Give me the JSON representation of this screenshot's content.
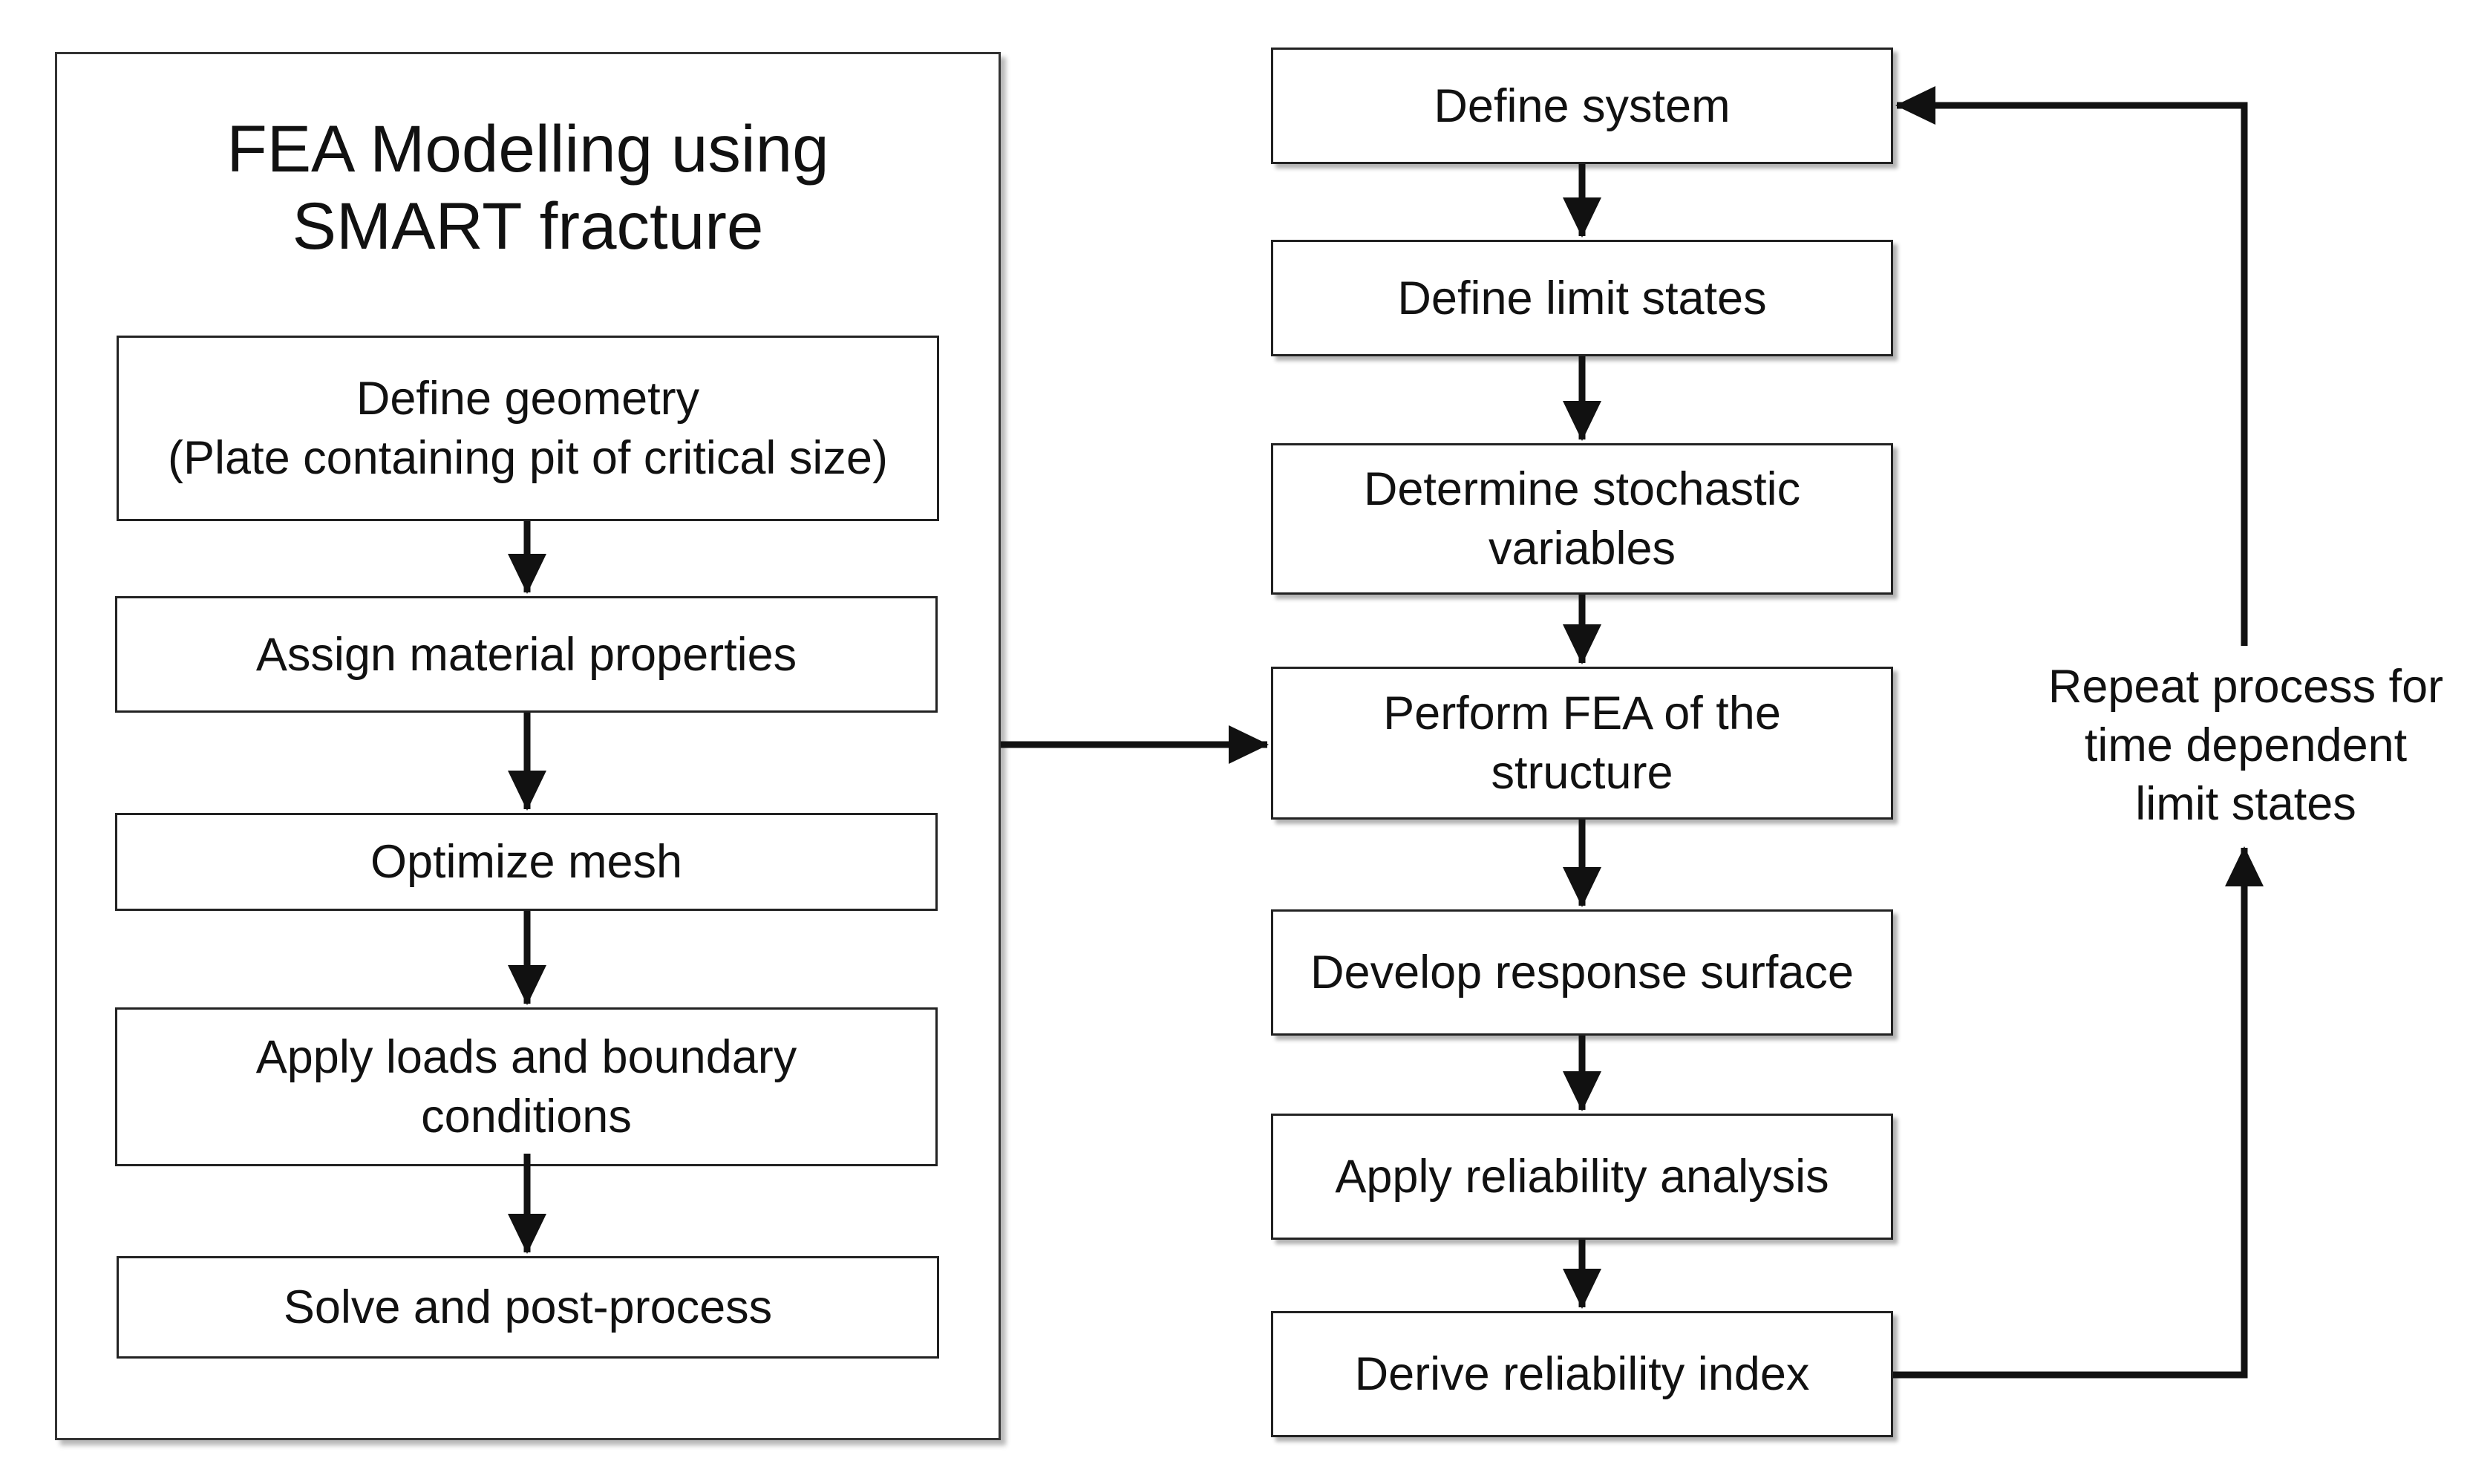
{
  "fea_panel": {
    "title_line1": "FEA Modelling using",
    "title_line2": "SMART fracture",
    "steps": [
      {
        "line1": "Define geometry",
        "line2": "(Plate containing pit of critical size)"
      },
      {
        "line1": "Assign material properties"
      },
      {
        "line1": "Optimize mesh"
      },
      {
        "line1": "Apply loads and boundary",
        "line2": "conditions"
      },
      {
        "line1": "Solve and post-process"
      }
    ]
  },
  "reliability_flow": {
    "steps": [
      {
        "line1": "Define system"
      },
      {
        "line1": "Define limit states"
      },
      {
        "line1": "Determine stochastic",
        "line2": "variables"
      },
      {
        "line1": "Perform FEA of the",
        "line2": "structure"
      },
      {
        "line1": "Develop response surface"
      },
      {
        "line1": "Apply reliability analysis"
      },
      {
        "line1": "Derive reliability index"
      }
    ]
  },
  "loop": {
    "line1": "Repeat process for",
    "line2": "time dependent",
    "line3": "limit states"
  },
  "colors": {
    "stroke": "#111111",
    "box_border": "#222222",
    "background": "#ffffff"
  }
}
